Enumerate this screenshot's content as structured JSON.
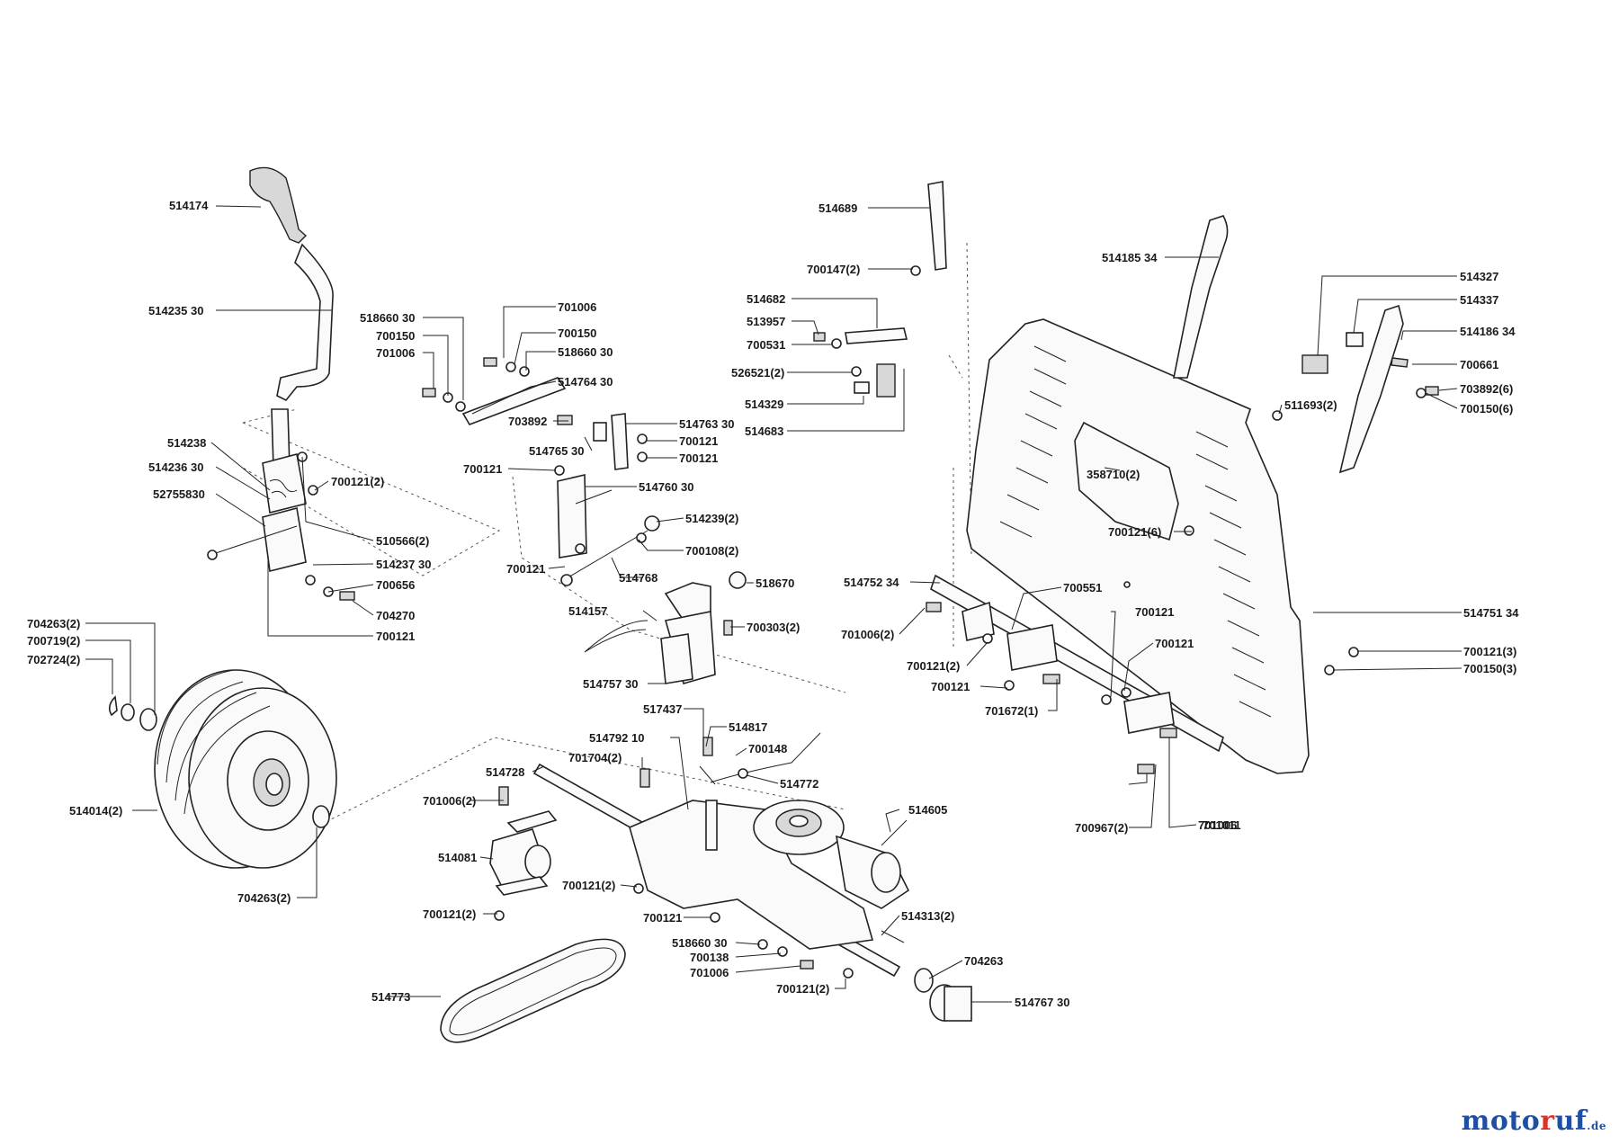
{
  "labels": [
    "514174",
    "514235 30",
    "518660 30",
    "700150",
    "701006",
    "701006",
    "700150",
    "518660 30",
    "514764 30",
    "703892",
    "514763 30",
    "700121",
    "514765 30",
    "700121",
    "700121",
    "514760 30",
    "514238",
    "514236 30",
    "52755830",
    "700121(2)",
    "510566(2)",
    "514237 30",
    "700656",
    "704270",
    "700121",
    "514239(2)",
    "700108(2)",
    "700121",
    "514768",
    "518670",
    "514157",
    "700303(2)",
    "514757 30",
    "514689",
    "700147(2)",
    "514682",
    "513957",
    "700531",
    "526521(2)",
    "514329",
    "514683",
    "514185 34",
    "514327",
    "514337",
    "514186 34",
    "700661",
    "703892(6)",
    "700150(6)",
    "511693(2)",
    "358710(2)",
    "700121(6)",
    "514752 34",
    "700551",
    "701006(2)",
    "700121",
    "700121(2)",
    "700121",
    "700121",
    "701672(1)",
    "514751 34",
    "700121(3)",
    "700150(3)",
    "701006",
    "700967(2)",
    "701011",
    "704263(2)",
    "700719(2)",
    "702724(2)",
    "514014(2)",
    "704263(2)",
    "517437",
    "514792 10",
    "514817",
    "701704(2)",
    "700148",
    "514728",
    "514772",
    "701006(2)",
    "514605",
    "514081",
    "700121(2)",
    "700121(2)",
    "700121",
    "514313(2)",
    "518660 30",
    "700138",
    "701006",
    "704263",
    "700121(2)",
    "514773",
    "514767 30"
  ],
  "brand": {
    "part1": "moto",
    "part2": "r",
    "part3": "uf",
    "domain": ".de"
  },
  "colors": {
    "brand_blue": "#1f4fa3",
    "brand_red": "#d8322a"
  }
}
